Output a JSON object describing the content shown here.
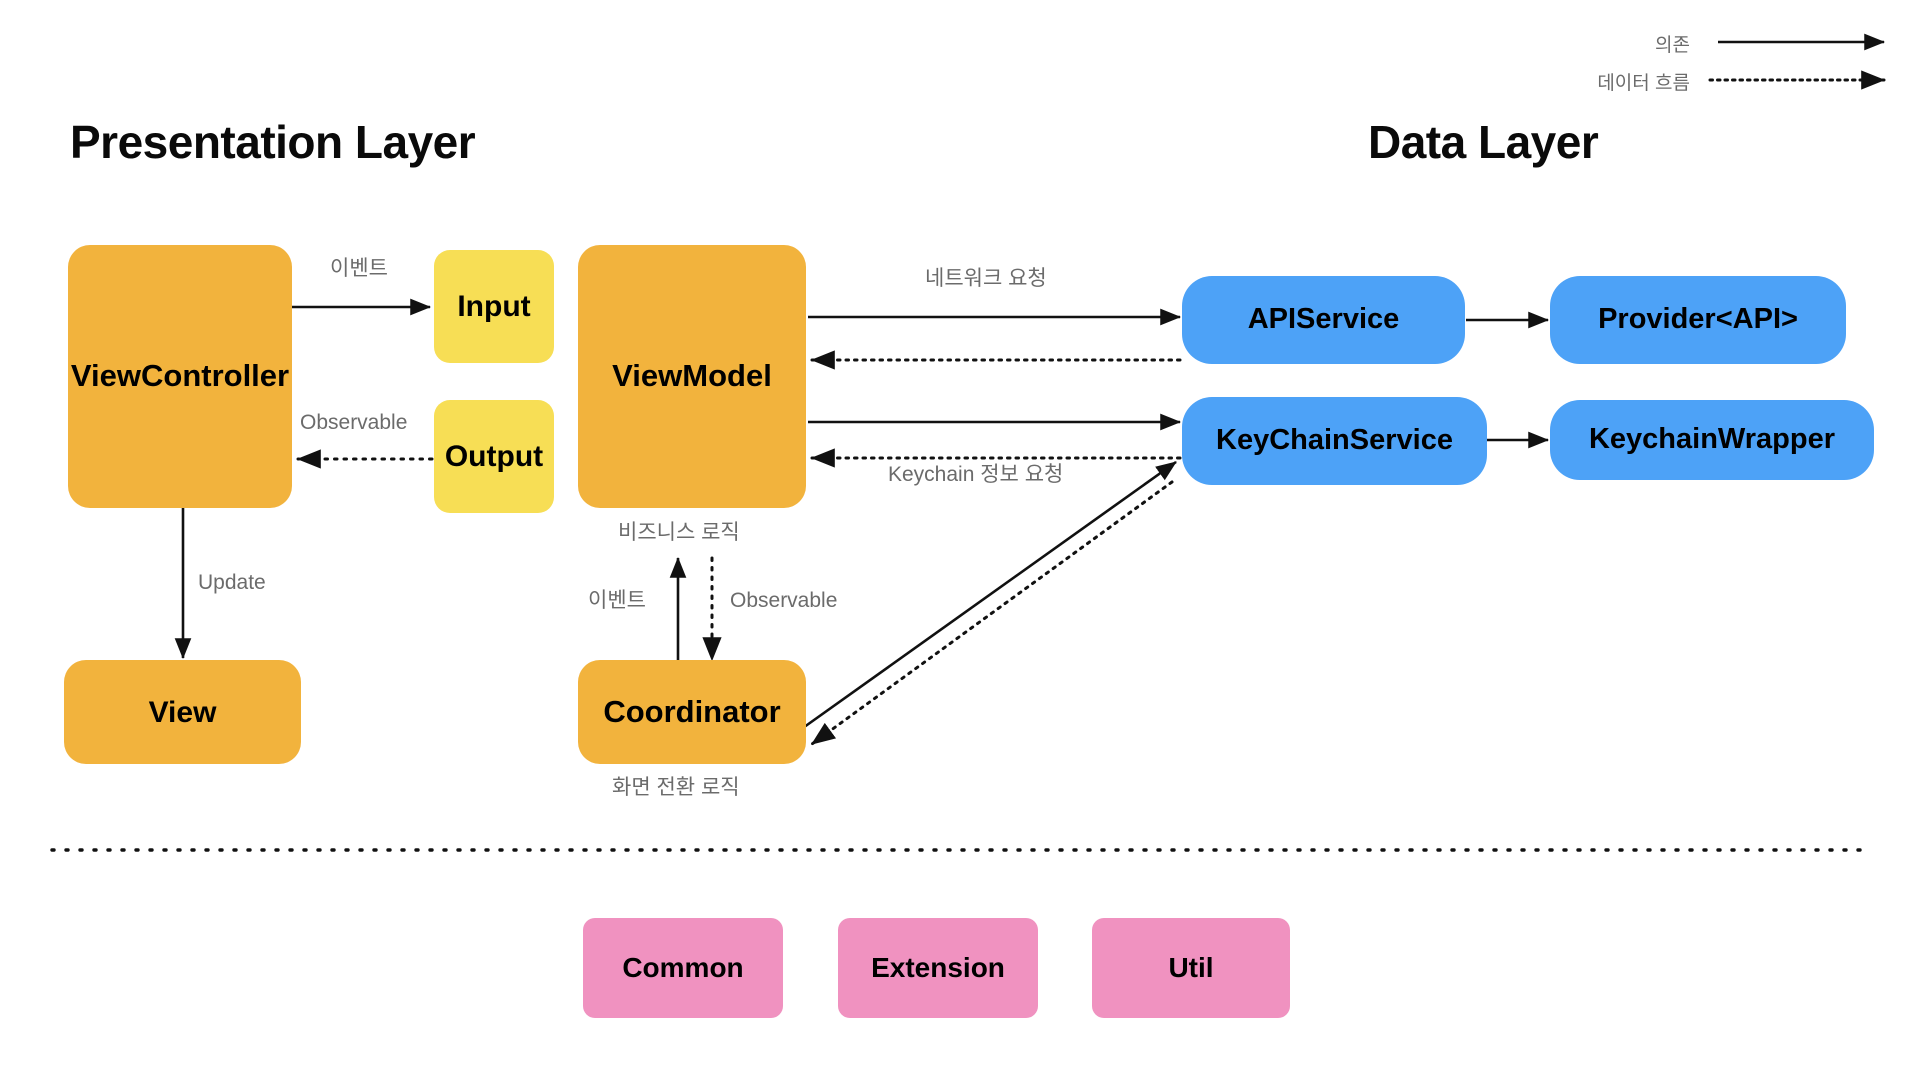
{
  "legend": {
    "items": [
      {
        "label": "의존",
        "style": "solid-arrow"
      },
      {
        "label": "데이터 흐름",
        "style": "dotted-arrow"
      }
    ]
  },
  "layers": {
    "presentation_title": "Presentation Layer",
    "data_title": "Data Layer"
  },
  "nodes": {
    "view_controller": "ViewController",
    "input": "Input",
    "output": "Output",
    "view_model": "ViewModel",
    "view": "View",
    "coordinator": "Coordinator",
    "api_service": "APIService",
    "provider_api": "Provider<API>",
    "keychain_service": "KeyChainService",
    "keychain_wrapper": "KeychainWrapper",
    "common": "Common",
    "extension": "Extension",
    "util": "Util"
  },
  "edge_labels": {
    "vc_to_input": "이벤트",
    "output_to_vc": "Observable",
    "vc_to_view": "Update",
    "vm_to_api": "네트워크 요청",
    "vm_to_keychain": "Keychain 정보 요청",
    "coordinator_to_vm": "비즈니스 로직",
    "coordinator_event": "이벤트",
    "vm_to_coordinator": "Observable",
    "coordinator_note": "화면 전환 로직"
  },
  "colors": {
    "orange": "#F2B33D",
    "yellow": "#F7DE55",
    "blue": "#4DA2F7",
    "pink": "#F092C0",
    "label_gray": "#6b6b6b",
    "stroke": "#111111",
    "background": "#FFFFFF"
  }
}
